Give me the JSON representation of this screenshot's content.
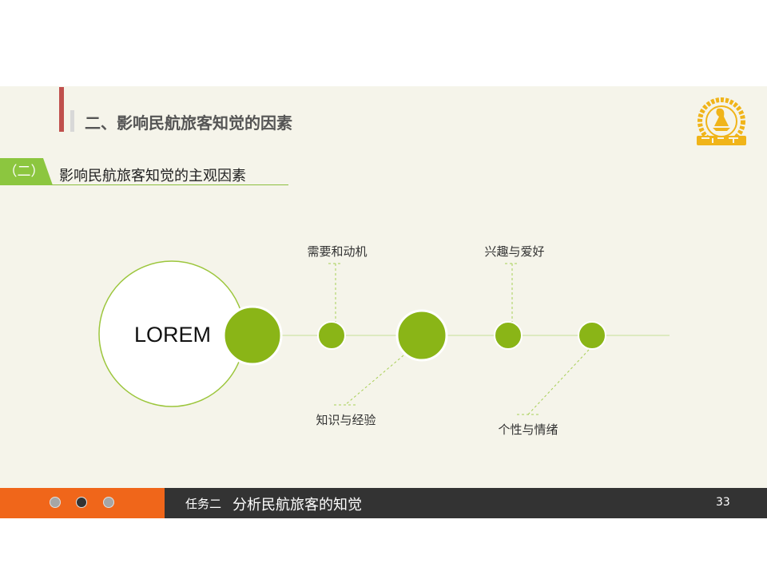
{
  "slide": {
    "title": "二、影响民航旅客知觉的因素",
    "subsection_tag": "（二）",
    "subsection_title": "影响民航旅客知觉的主观因素"
  },
  "diagram": {
    "center_label": "LOREM",
    "top_labels": [
      "需要和动机",
      "兴趣与爱好"
    ],
    "bottom_labels": [
      "知识与经验",
      "个性与情绪"
    ]
  },
  "footer": {
    "task": "任务二",
    "topic": "分析民航旅客的知觉",
    "page_number": "33",
    "dots": [
      "inactive",
      "active",
      "inactive"
    ]
  },
  "colors": {
    "accent_green": "#8ab517",
    "title_red": "#c0504d",
    "footer_orange": "#f0661a",
    "footer_dark": "#333333",
    "logo_gold": "#f0b419"
  },
  "icons": {
    "logo": "airline-emblem-icon"
  }
}
